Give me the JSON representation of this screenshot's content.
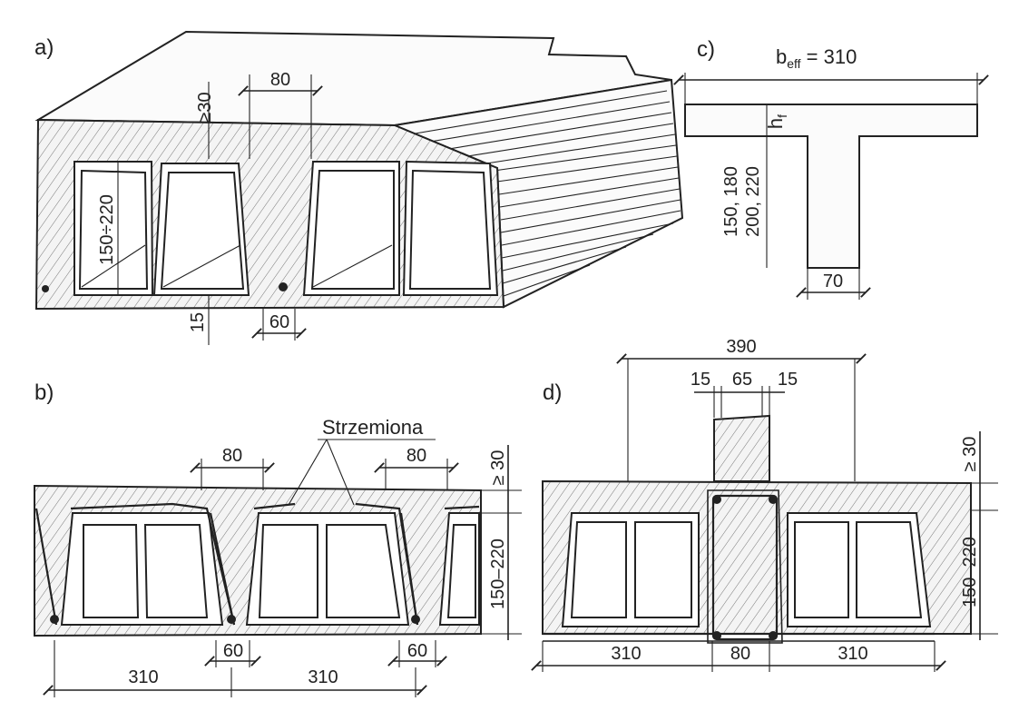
{
  "panels": {
    "a": {
      "label": "a)",
      "dims": {
        "d80": "80",
        "d30": "≥30",
        "d150_220": "150÷220",
        "d15": "15",
        "d60": "60"
      }
    },
    "b": {
      "label": "b)",
      "annotation": "Strzemiona",
      "dims": {
        "d80_left": "80",
        "d80_right": "80",
        "d30": "≥ 30",
        "d150_220": "150–220",
        "d60_left": "60",
        "d60_right": "60",
        "d310_left": "310",
        "d310_right": "310"
      }
    },
    "c": {
      "label": "c)",
      "beff": "b",
      "beff_sub": "eff",
      "beff_val": " = 310",
      "hf": "h",
      "hf_sub": "f",
      "height_line1": "150, 180",
      "height_line2": "200, 220",
      "web": "70"
    },
    "d": {
      "label": "d)",
      "dims": {
        "d390": "390",
        "d15_left": "15",
        "d65": "65",
        "d15_right": "15",
        "d30": "≥ 30",
        "d150_220": "150–220",
        "d310_left": "310",
        "d80": "80",
        "d310_right": "310"
      }
    }
  }
}
